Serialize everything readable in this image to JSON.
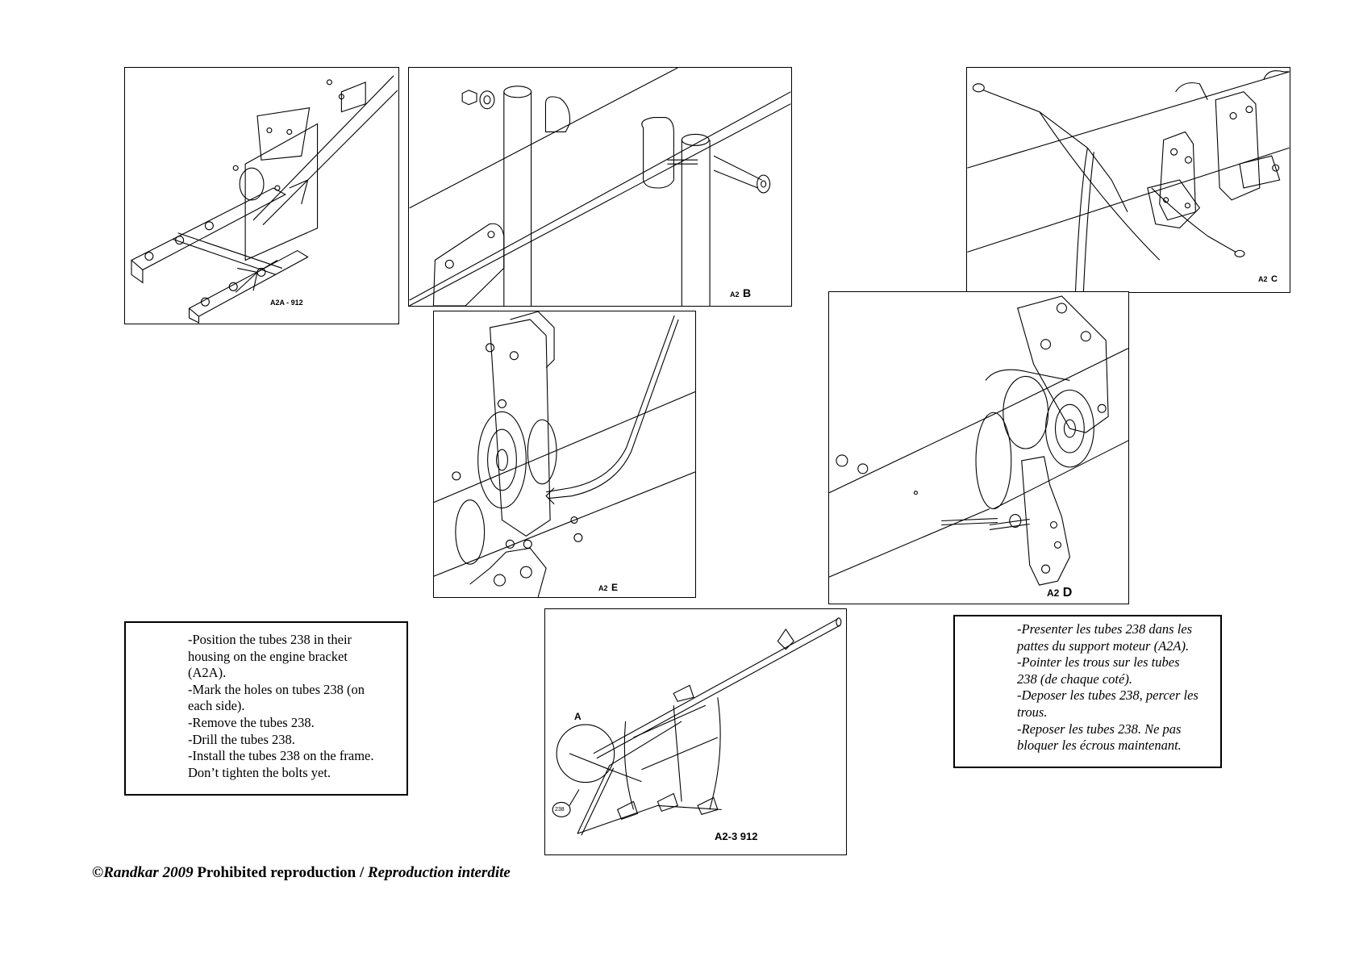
{
  "panels": {
    "a2a": {
      "label": "A2A - 912"
    },
    "a2b": {
      "prefix": "A2",
      "letter": "B"
    },
    "a2c": {
      "prefix": "A2",
      "letter": "C"
    },
    "a2e": {
      "prefix": "A2",
      "letter": "E"
    },
    "a2d": {
      "prefix": "A2",
      "letter": "D"
    },
    "a23": {
      "label": "A2-3  912",
      "callout_letter": "A",
      "callout_part": "238"
    }
  },
  "instructions_en": {
    "lines": [
      "-Position the tubes 238 in their",
      "housing on the engine bracket",
      "(A2A).",
      "-Mark the holes on tubes 238 (on",
      "each side).",
      "-Remove the tubes 238.",
      "-Drill the tubes 238.",
      "-Install the tubes 238 on the frame.",
      "Don’t tighten the bolts yet."
    ]
  },
  "instructions_fr": {
    "lines": [
      "-Presenter les tubes 238 dans les",
      "pattes du support moteur (A2A).",
      "-Pointer les trous sur les tubes",
      "238 (de chaque coté).",
      "-Deposer les tubes 238, percer les",
      "trous.",
      "-Reposer les tubes 238. Ne pas",
      "bloquer les écrous maintenant."
    ]
  },
  "footer": {
    "copyright": "©Randkar 2009",
    "prohibited": "Prohibited reproduction /",
    "interdite": "Reproduction interdite"
  }
}
